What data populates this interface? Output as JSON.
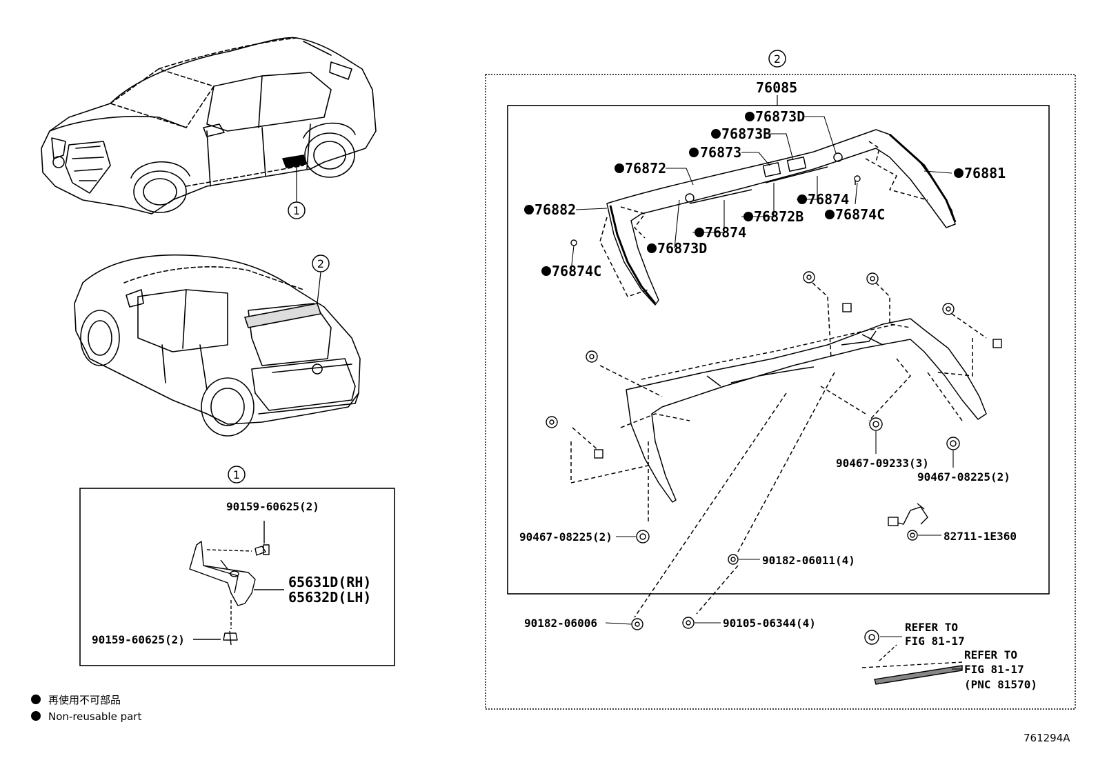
{
  "callouts": {
    "one": "1",
    "two": "2"
  },
  "box1": {
    "parts": [
      "90159-60625(2)",
      "65631D(RH)",
      "65632D(LH)",
      "90159-60625(2)"
    ]
  },
  "box2": {
    "assembly": "76085",
    "parts": [
      "76873D",
      "76873B",
      "76873",
      "76872",
      "76881",
      "76874",
      "76882",
      "76872B",
      "76874C",
      "76874",
      "76873D",
      "76874C",
      "90467-09233(3)",
      "90467-08225(2)",
      "90467-08225(2)",
      "82711-1E360",
      "90182-06011(4)",
      "90182-06006",
      "90105-06344(4)",
      "REFER TO",
      "FIG 81-17",
      "REFER TO",
      "FIG 81-17",
      "(PNC 81570)"
    ]
  },
  "legend": {
    "jp": "再使用不可部品",
    "en": "Non-reusable part"
  },
  "figure_code": "761294A"
}
